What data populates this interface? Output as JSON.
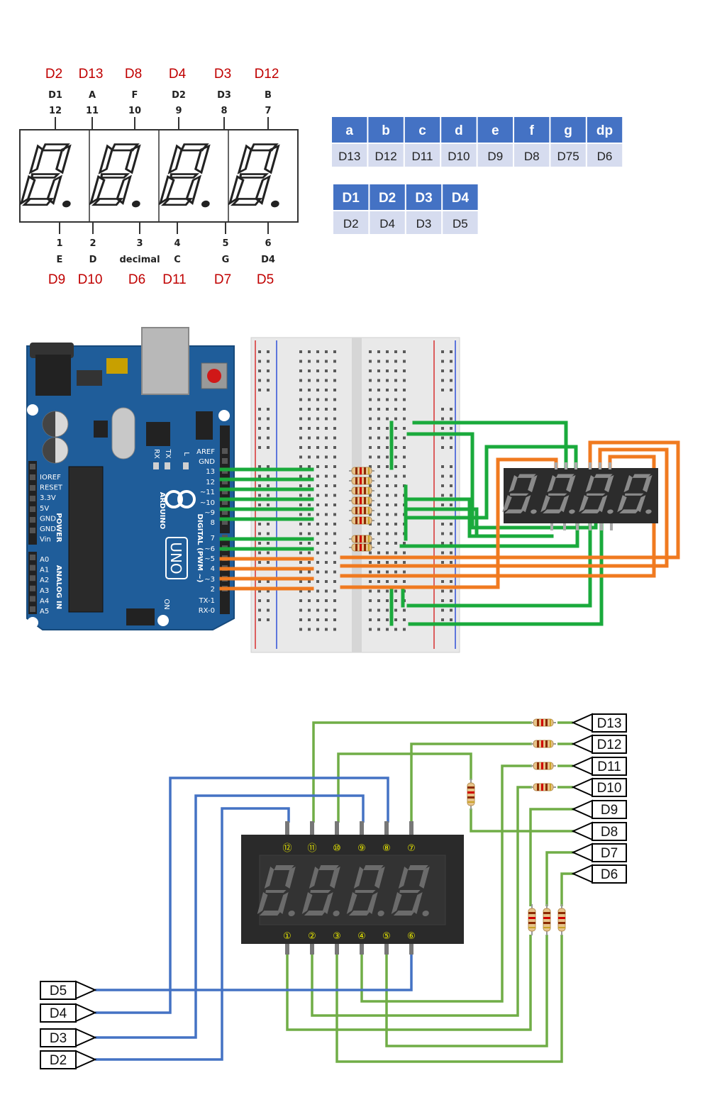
{
  "top_display": {
    "top_arduino": [
      "D2",
      "D13",
      "D8",
      "D4",
      "D3",
      "D12"
    ],
    "top_func": [
      "D1",
      "A",
      "F",
      "D2",
      "D3",
      "B"
    ],
    "top_pins": [
      "12",
      "11",
      "10",
      "9",
      "8",
      "7"
    ],
    "bottom_pins": [
      "1",
      "2",
      "3",
      "4",
      "5",
      "6"
    ],
    "bottom_func": [
      "E",
      "D",
      "decimal",
      "C",
      "G",
      "D4"
    ],
    "bottom_arduino": [
      "D9",
      "D10",
      "D6",
      "D11",
      "D7",
      "D5"
    ]
  },
  "segment_table": {
    "headers": [
      "a",
      "b",
      "c",
      "d",
      "e",
      "f",
      "g",
      "dp"
    ],
    "values": [
      "D13",
      "D12",
      "D11",
      "D10",
      "D9",
      "D8",
      "D75",
      "D6"
    ]
  },
  "digit_table": {
    "headers": [
      "D1",
      "D2",
      "D3",
      "D4"
    ],
    "values": [
      "D2",
      "D4",
      "D3",
      "D5"
    ]
  },
  "arduino": {
    "left_labels": [
      "IOREF",
      "RESET",
      "3.3V",
      "5V",
      "GND",
      "GND",
      "Vin"
    ],
    "analog_labels": [
      "A0",
      "A1",
      "A2",
      "A3",
      "A4",
      "A5"
    ],
    "power_label": "POWER",
    "analog_label": "ANALOG IN",
    "right_labels": [
      "AREF",
      "GND",
      "13",
      "12",
      "~11",
      "~10",
      "~9",
      "8",
      "7",
      "~6",
      "~5",
      "4",
      "~3",
      "2",
      "TX-1",
      "RX-0"
    ],
    "digital_label": "DIGITAL (PWM ~)",
    "brand": "ARDUINO",
    "model": "UNO",
    "led_labels": [
      "RX",
      "TX",
      "L"
    ],
    "on_label": "ON"
  },
  "schematic": {
    "right_connectors": [
      "D13",
      "D12",
      "D11",
      "D10",
      "D9",
      "D8",
      "D7",
      "D6"
    ],
    "left_connectors": [
      "D5",
      "D4",
      "D3",
      "D2"
    ],
    "top_pins": [
      "⑫",
      "⑪",
      "⑩",
      "⑨",
      "⑧",
      "⑦"
    ],
    "bottom_pins": [
      "①",
      "②",
      "③",
      "④",
      "⑤",
      "⑥"
    ]
  },
  "colors": {
    "table_header": "#4472c4",
    "table_cell": "#d6dcef",
    "board": "#1f5d9a",
    "wire_green": "#1aaa3c",
    "wire_orange": "#f07a20",
    "schem_green": "#70ad47",
    "schem_blue": "#4472c4",
    "label_red": "#c00000"
  }
}
